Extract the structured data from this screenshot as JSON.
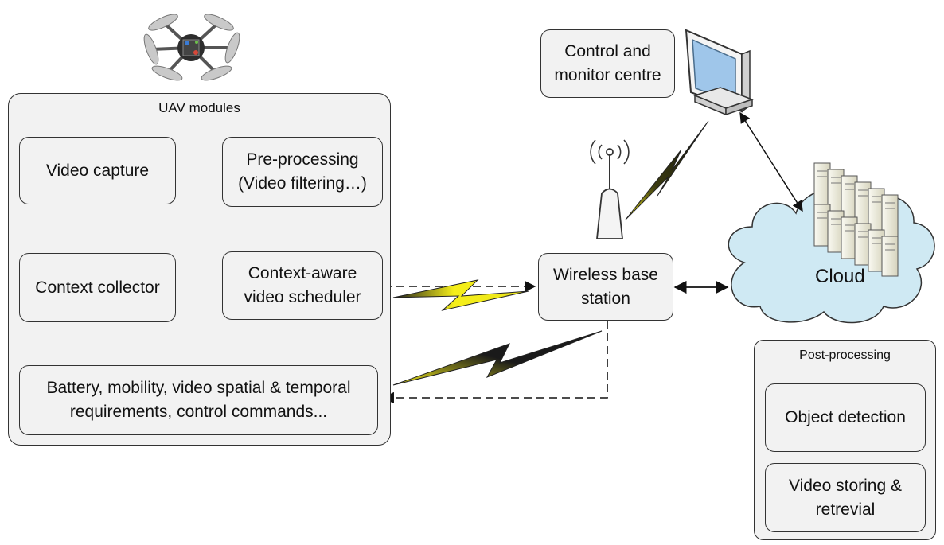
{
  "uav_group": {
    "title": "UAV modules"
  },
  "modules": {
    "video_capture": "Video capture",
    "pre_processing": "Pre-processing\n(Video filtering…)",
    "context_collector": "Context collector",
    "scheduler": "Context-aware\nvideo scheduler",
    "requirements": "Battery, mobility, video spatial & temporal\nrequirements, control commands..."
  },
  "base_station": "Wireless base\nstation",
  "control_centre": "Control and\nmonitor centre",
  "cloud": "Cloud",
  "post_processing": {
    "title": "Post-processing",
    "object_detection": "Object detection",
    "storing": "Video storing &\nretrevial"
  },
  "icons": [
    "drone-icon",
    "antenna-icon",
    "monitor-icon",
    "server-rack-icon",
    "cloud-icon",
    "lightning-link-icon"
  ],
  "colors": {
    "box_fill": "#f2f2f2",
    "cloud_fill": "#cfe9f3",
    "lightning_yellow": "#f6ef1a",
    "lightning_dark": "#1a1a1a"
  }
}
